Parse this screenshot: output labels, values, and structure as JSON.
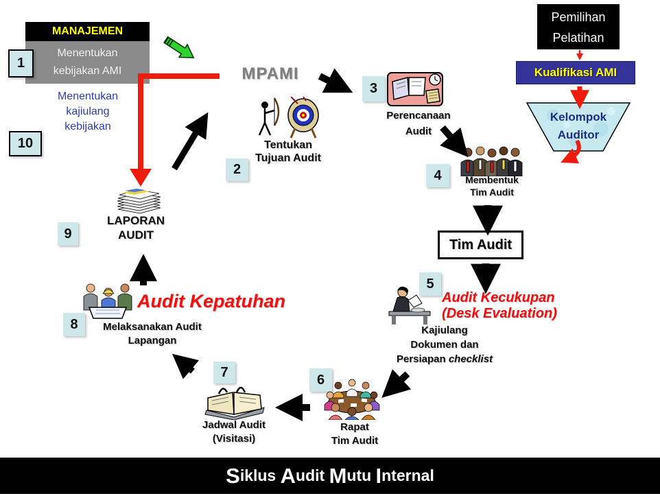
{
  "title_bar": {
    "parts": [
      {
        "cap": "S",
        "rest": "iklus "
      },
      {
        "cap": "A",
        "rest": "udit "
      },
      {
        "cap": "M",
        "rest": "utu "
      },
      {
        "cap": "I",
        "rest": "nternal"
      }
    ]
  },
  "management": {
    "header": "MANAJEMEN",
    "policy_line1": "Menentukan",
    "policy_line2": "kebijakan AMI",
    "review_line1": "Menentukan",
    "review_line2": "kajiulang",
    "review_line3": "kebijakan"
  },
  "mpami_label": "MPAMI",
  "steps": {
    "s1": "1",
    "s2": "2",
    "s3": "3",
    "s4": "4",
    "s5": "5",
    "s6": "6",
    "s7": "7",
    "s8": "8",
    "s9": "9",
    "s10": "10"
  },
  "nodes": {
    "tentukan": {
      "line1": "Tentukan",
      "line2": "Tujuan Audit"
    },
    "perencanaan": {
      "line1": "Perencanaan",
      "line2": "Audit"
    },
    "membentuk": {
      "line1": "Membentuk",
      "line2": "Tim Audit"
    },
    "tim_audit_box": "Tim Audit",
    "kecukupan": {
      "line1": "Audit Kecukupan",
      "line2": "(Desk Evaluation)"
    },
    "kajiulang": {
      "line1": "Kajiulang",
      "line2": "Dokumen dan",
      "line3_normal": "Persiapan ",
      "line3_italic": "checklist"
    },
    "rapat": {
      "line1": "Rapat",
      "line2": "Tim Audit"
    },
    "jadwal": {
      "line1": "Jadwal Audit",
      "line2": "(Visitasi)"
    },
    "melaksanakan": {
      "line1": "Melaksanakan Audit",
      "line2": "Lapangan"
    },
    "kepatuhan": "Audit Kepatuhan",
    "laporan": {
      "line1": "LAPORAN",
      "line2": "AUDIT"
    }
  },
  "right_panel": {
    "pemilihan_line1": "Pemilihan",
    "pemilihan_line2": "Pelatihan",
    "kualifikasi": "Kualifikasi AMI",
    "kelompok_line1": "Kelompok",
    "kelompok_line2": "Auditor"
  },
  "icons": {
    "green_arrow": "green-3d-arrow-icon",
    "archer": "archer-target-icon",
    "planning": "planning-book-icon",
    "team": "audit-team-icon",
    "desk": "desk-evaluation-icon",
    "meeting": "meeting-table-icon",
    "schedule": "schedule-book-icon",
    "field": "field-audit-icon",
    "report": "report-stack-icon"
  },
  "colors": {
    "accent_red": "#ee1c0c",
    "red_text": "#ee1111",
    "badge_fill": "#cde7eb",
    "navy_box": "#333399",
    "yellow_text": "#ffff00",
    "gray_box": "#8a8a8a",
    "gray_text": "#7f7f7f",
    "blue_text": "#2e3cb4",
    "trapezoid_fill": "#c7e9f0",
    "green_arrow": "#2fd12f",
    "banner_bg": "#000000"
  }
}
